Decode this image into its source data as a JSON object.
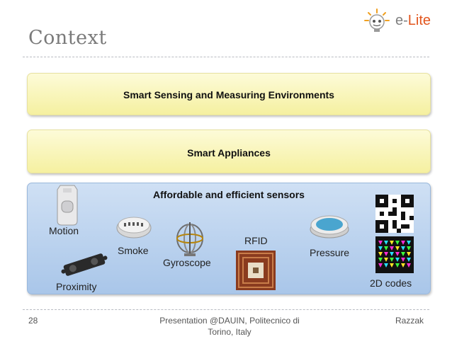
{
  "slide": {
    "title": "Context",
    "brand": {
      "prefix": "e-",
      "suffix": "Lite"
    },
    "bands": [
      {
        "label": "Smart Sensing and Measuring Environments"
      },
      {
        "label": "Smart Appliances"
      },
      {
        "label": "Affordable and efficient sensors"
      }
    ],
    "sensors": {
      "motion": "Motion",
      "proximity": "Proximity",
      "smoke": "Smoke",
      "gyroscope": "Gyroscope",
      "rfid": "RFID",
      "pressure": "Pressure",
      "codes": "2D codes"
    },
    "footer": {
      "page": "28",
      "center_line1": "Presentation @DAUIN, Politecnico di",
      "center_line2": "Torino, Italy",
      "author": "Razzak"
    }
  },
  "colors": {
    "title": "#7a7a7a",
    "brand_accent": "#e2551d",
    "band_yellow": "#f5f0a0",
    "band_blue": "#a9c6e9"
  }
}
